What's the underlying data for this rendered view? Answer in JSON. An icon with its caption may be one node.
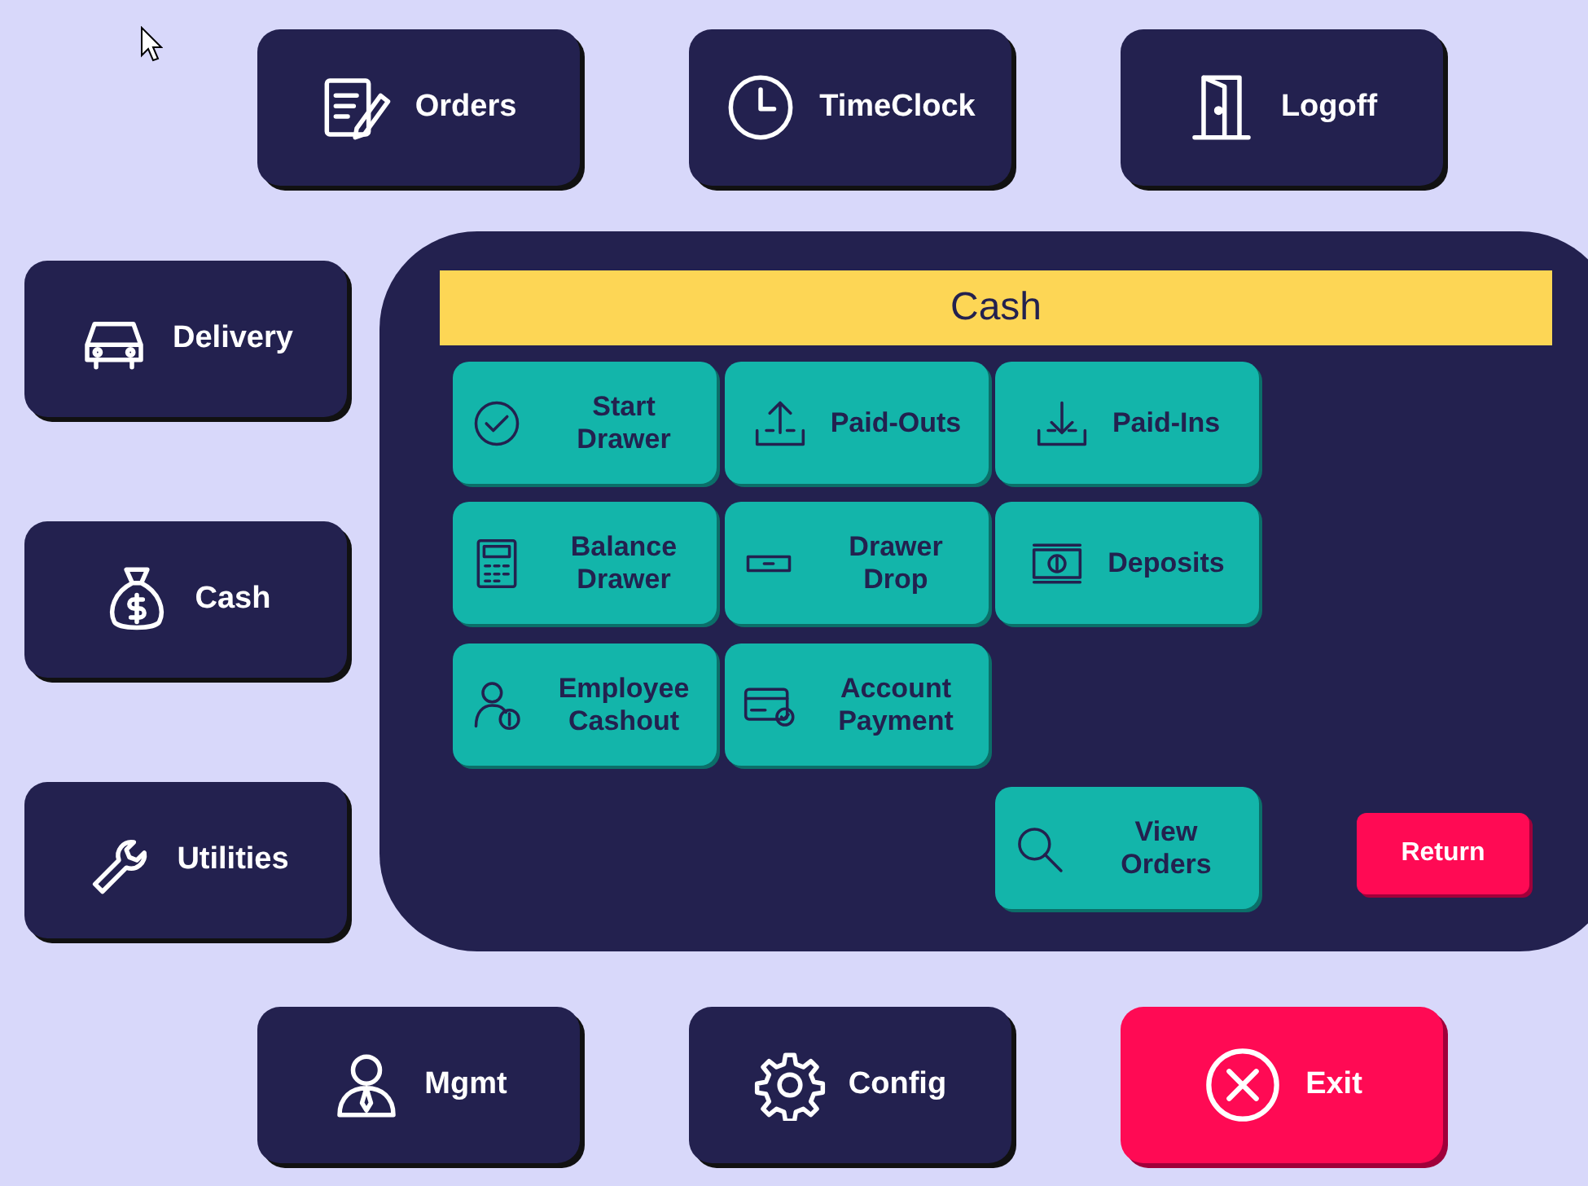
{
  "diagram": {
    "nodes": [
      {
        "text": [
          "Orders"
        ]
      },
      {
        "text": [
          "TimeClock"
        ]
      },
      {
        "text": [
          "Logoff"
        ]
      },
      {
        "text": [
          "Delivery"
        ]
      },
      {
        "text": [
          "Cash"
        ]
      },
      {
        "text": [
          "Utilities"
        ]
      },
      {
        "text": [],
        "shape": "box"
      },
      {
        "text": [
          "Cash"
        ],
        "in": 6
      },
      {
        "text": [
          "Start Drawer"
        ],
        "in": 6
      },
      {
        "text": [
          "Paid-Outs"
        ],
        "in": 6
      },
      {
        "text": [
          "Paid-Ins"
        ],
        "in": 6
      },
      {
        "text": [
          "Balance Drawer"
        ],
        "in": 6
      },
      {
        "text": [
          "Drawer Drop"
        ],
        "in": 6
      },
      {
        "text": [
          "Deposits"
        ],
        "in": 6
      },
      {
        "text": [
          "Employee Cashout"
        ],
        "in": 6
      },
      {
        "text": [
          "Account Payment"
        ],
        "in": 6
      },
      {
        "text": [
          "View Orders"
        ],
        "in": 6
      },
      {
        "text": [
          "Return"
        ],
        "in": 6
      },
      {
        "text": [
          "Mgmt"
        ]
      },
      {
        "text": [
          "Config"
        ]
      },
      {
        "text": [
          "Exit"
        ]
      }
    ]
  }
}
